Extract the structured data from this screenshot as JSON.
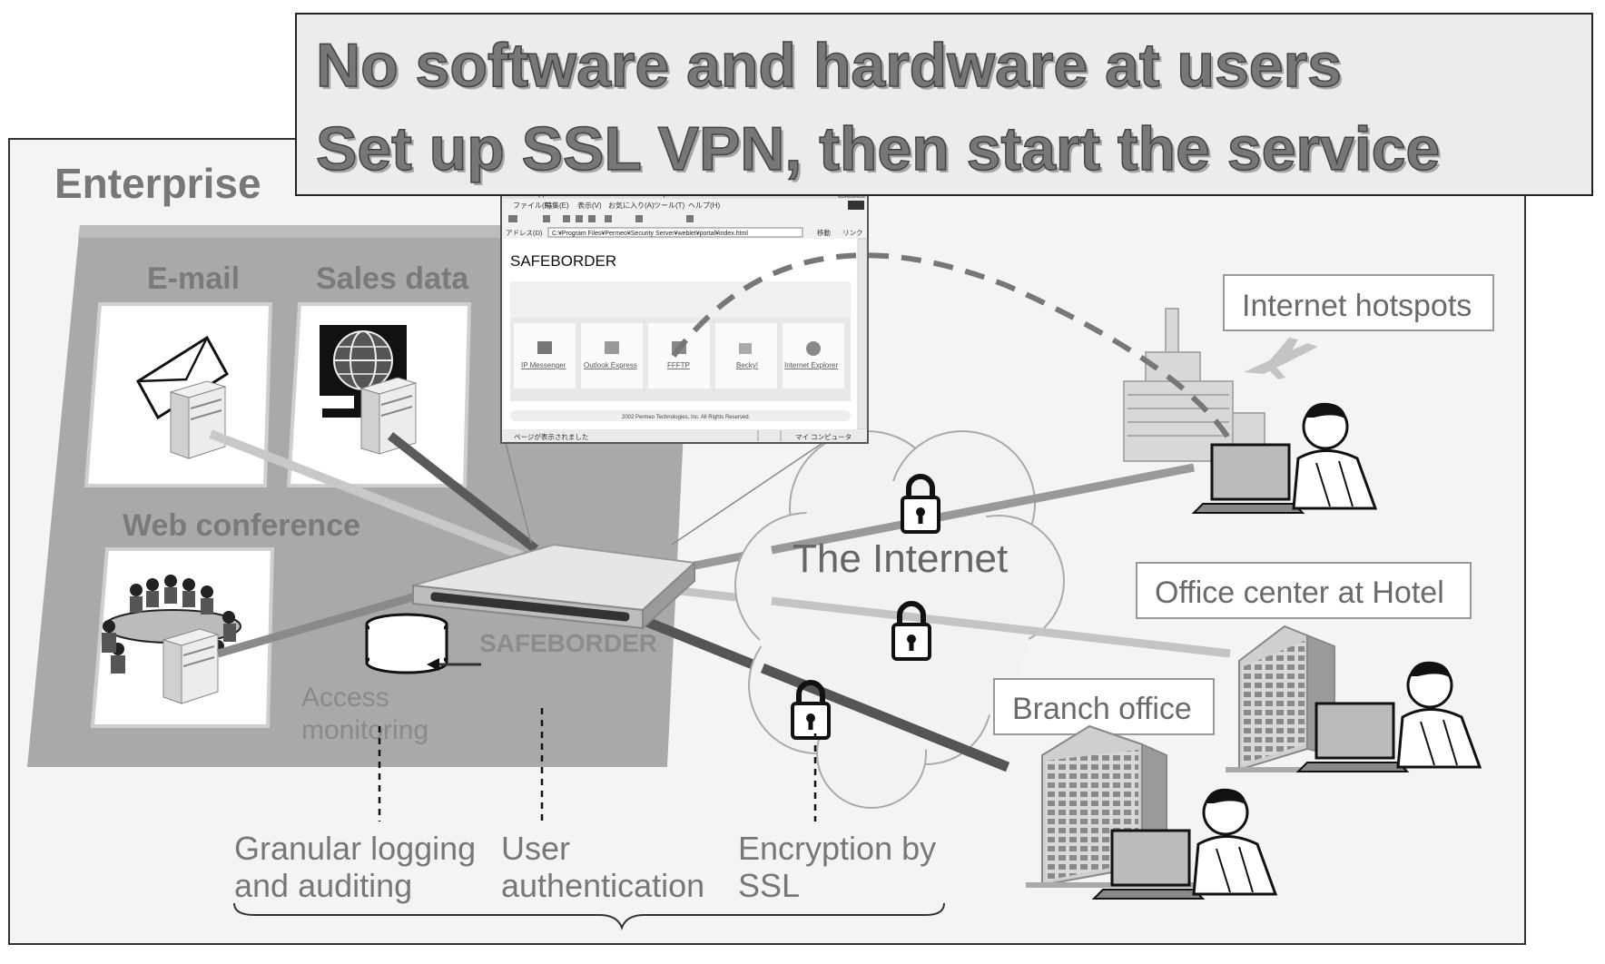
{
  "banner": {
    "line1": "No software and hardware at users",
    "line2": "Set up SSL VPN, then start the service"
  },
  "enterprise": {
    "title": "Enterprise",
    "apps": {
      "email": "E-mail",
      "sales": "Sales data",
      "conference": "Web conference"
    },
    "appliance_label": "SAFEBORDER",
    "access_monitoring": [
      "Access",
      "monitoring"
    ]
  },
  "browser": {
    "title": "Permeo Application Portal - Microsoft Internet Explorer",
    "menu": [
      "ファイル(F)",
      "編集(E)",
      "表示(V)",
      "お気に入り(A)",
      "ツール(T)",
      "ヘルプ(H)"
    ],
    "address_label": "アドレス(D)",
    "address": "C:¥Program Files¥Permeo¥Security Server¥weblet¥portal¥index.html",
    "go": "移動",
    "links": "リンク",
    "heading": "SAFEBORDER",
    "apps": [
      "IP Messenger",
      "Outlook Express",
      "FFFTP",
      "Becky!",
      "Internet Explorer"
    ],
    "footer": "2002 Permeo Technologies, Inc. All Rights Reserved.",
    "status_left": "ページが表示されました",
    "status_right": "マイ コンピュータ"
  },
  "internet": {
    "label": "The Internet"
  },
  "locations": {
    "hotspots": "Internet hotspots",
    "hotel": "Office center at Hotel",
    "branch": "Branch office"
  },
  "features": {
    "logging": [
      "Granular logging",
      "and auditing"
    ],
    "auth": [
      "User",
      "authentication"
    ],
    "encryption": [
      "Encryption by",
      "SSL"
    ]
  }
}
